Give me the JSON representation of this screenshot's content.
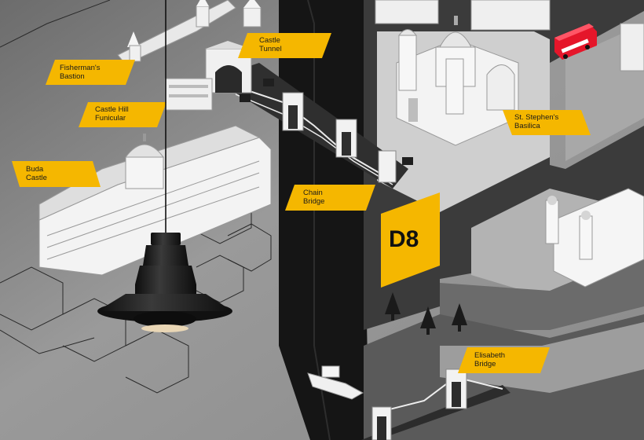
{
  "labels": {
    "fishermans_bastion": "Fisherman's\nBastion",
    "castle_tunnel": "Castle\nTunnel",
    "castle_hill_funicular": "Castle Hill\nFunicular",
    "buda_castle": "Buda\nCastle",
    "chain_bridge": "Chain\nBridge",
    "st_stephens_basilica": "St. Stephen's\nBasilica",
    "elisabeth_bridge": "Elisabeth\nBridge",
    "sign_code": "D8"
  },
  "colors": {
    "accent_yellow": "#f5b700",
    "river": "#151515",
    "road": "#3b3b3b",
    "building": "#f2f2f2",
    "lamp": "#1b1b1b",
    "bus": "#e5162a"
  }
}
